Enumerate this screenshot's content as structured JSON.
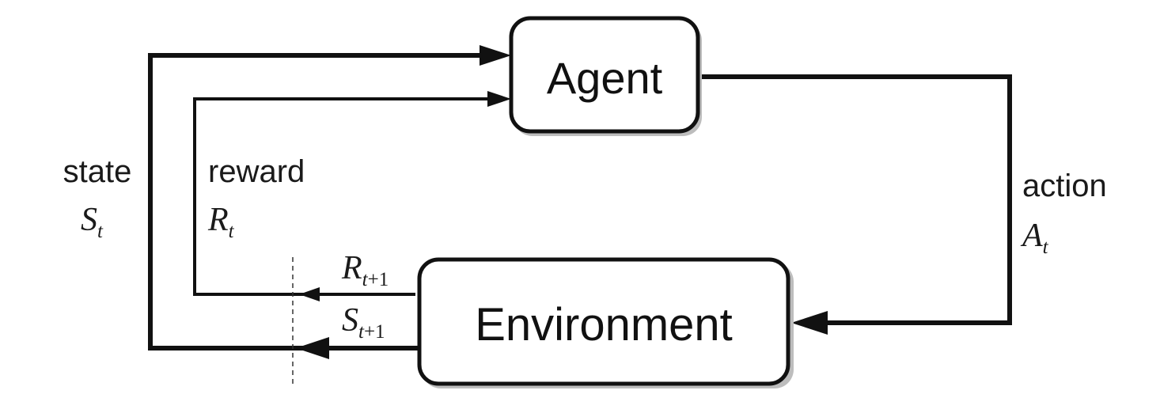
{
  "nodes": {
    "agent": {
      "label": "Agent"
    },
    "environment": {
      "label": "Environment"
    }
  },
  "edges": {
    "state": {
      "word": "state",
      "symbol": "S",
      "subscript": "t"
    },
    "reward": {
      "word": "reward",
      "symbol": "R",
      "subscript": "t"
    },
    "action": {
      "word": "action",
      "symbol": "A",
      "subscript": "t"
    },
    "next_reward": {
      "symbol": "R",
      "subscript_var": "t",
      "subscript_rest": "+1"
    },
    "next_state": {
      "symbol": "S",
      "subscript_var": "t",
      "subscript_rest": "+1"
    }
  }
}
